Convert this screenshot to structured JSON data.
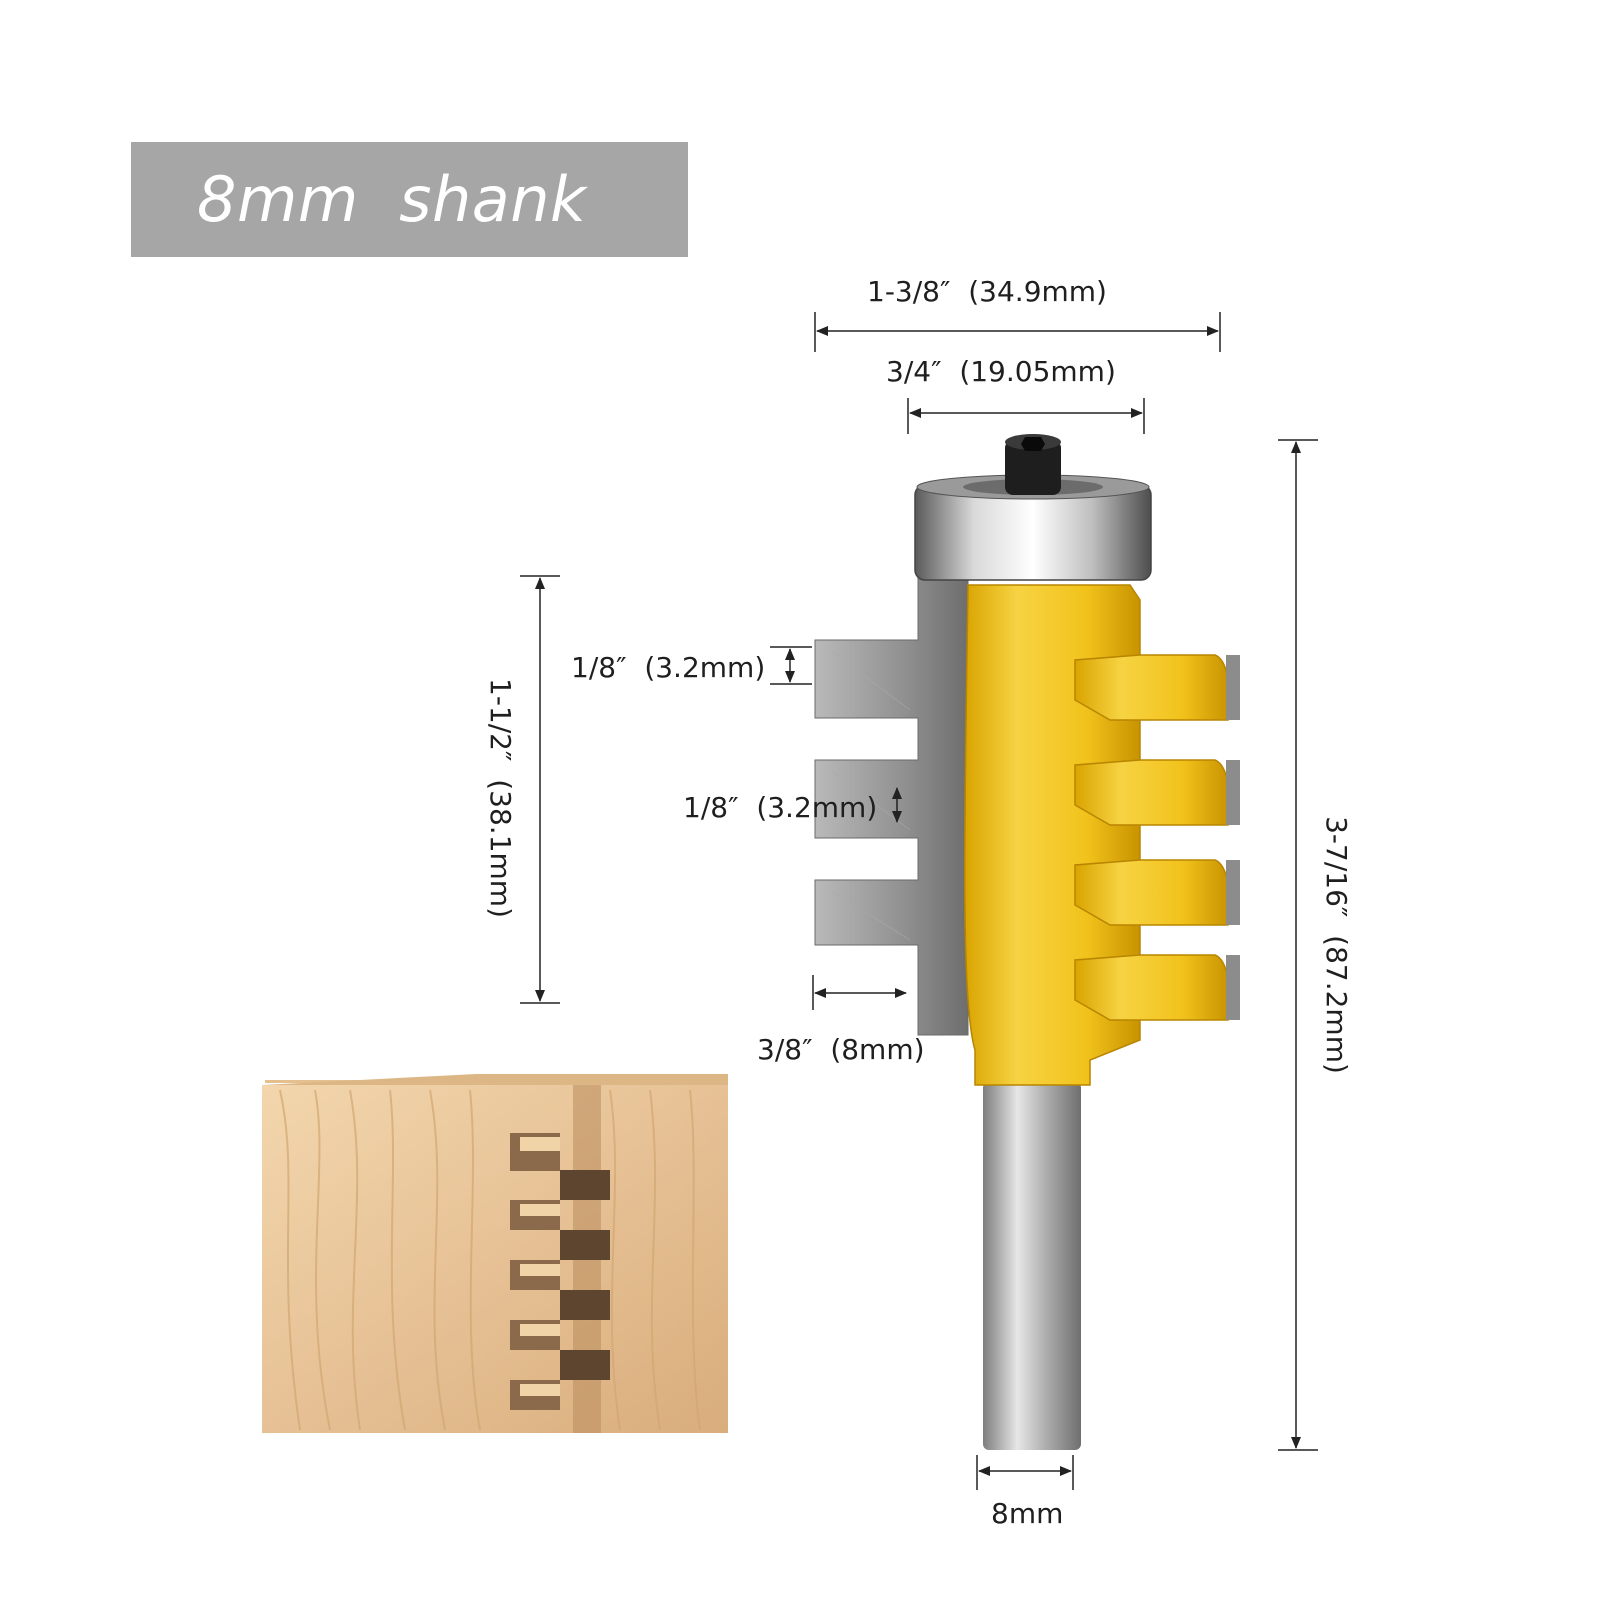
{
  "badge": {
    "text": "8mm  shank"
  },
  "dimensions": {
    "overall_width": "1-3/8″  (34.9mm)",
    "bearing_width": "3/4″  (19.05mm)",
    "fingers_height": "1-1/2″  (38.1mm)",
    "finger_thickness_top": "1/8″  (3.2mm)",
    "finger_gap": "1/8″  (3.2mm)",
    "finger_depth": "3/8″  (8mm)",
    "total_length": "3-7/16″  (87.2mm)",
    "shank_diameter": "8mm"
  },
  "colors": {
    "badge": "#a6a6a6",
    "cutter_body": "#f1c21b",
    "cutter_steel": "#9a9a9a",
    "shank": "#b8b8b8",
    "wood": "#e9c9a0"
  }
}
